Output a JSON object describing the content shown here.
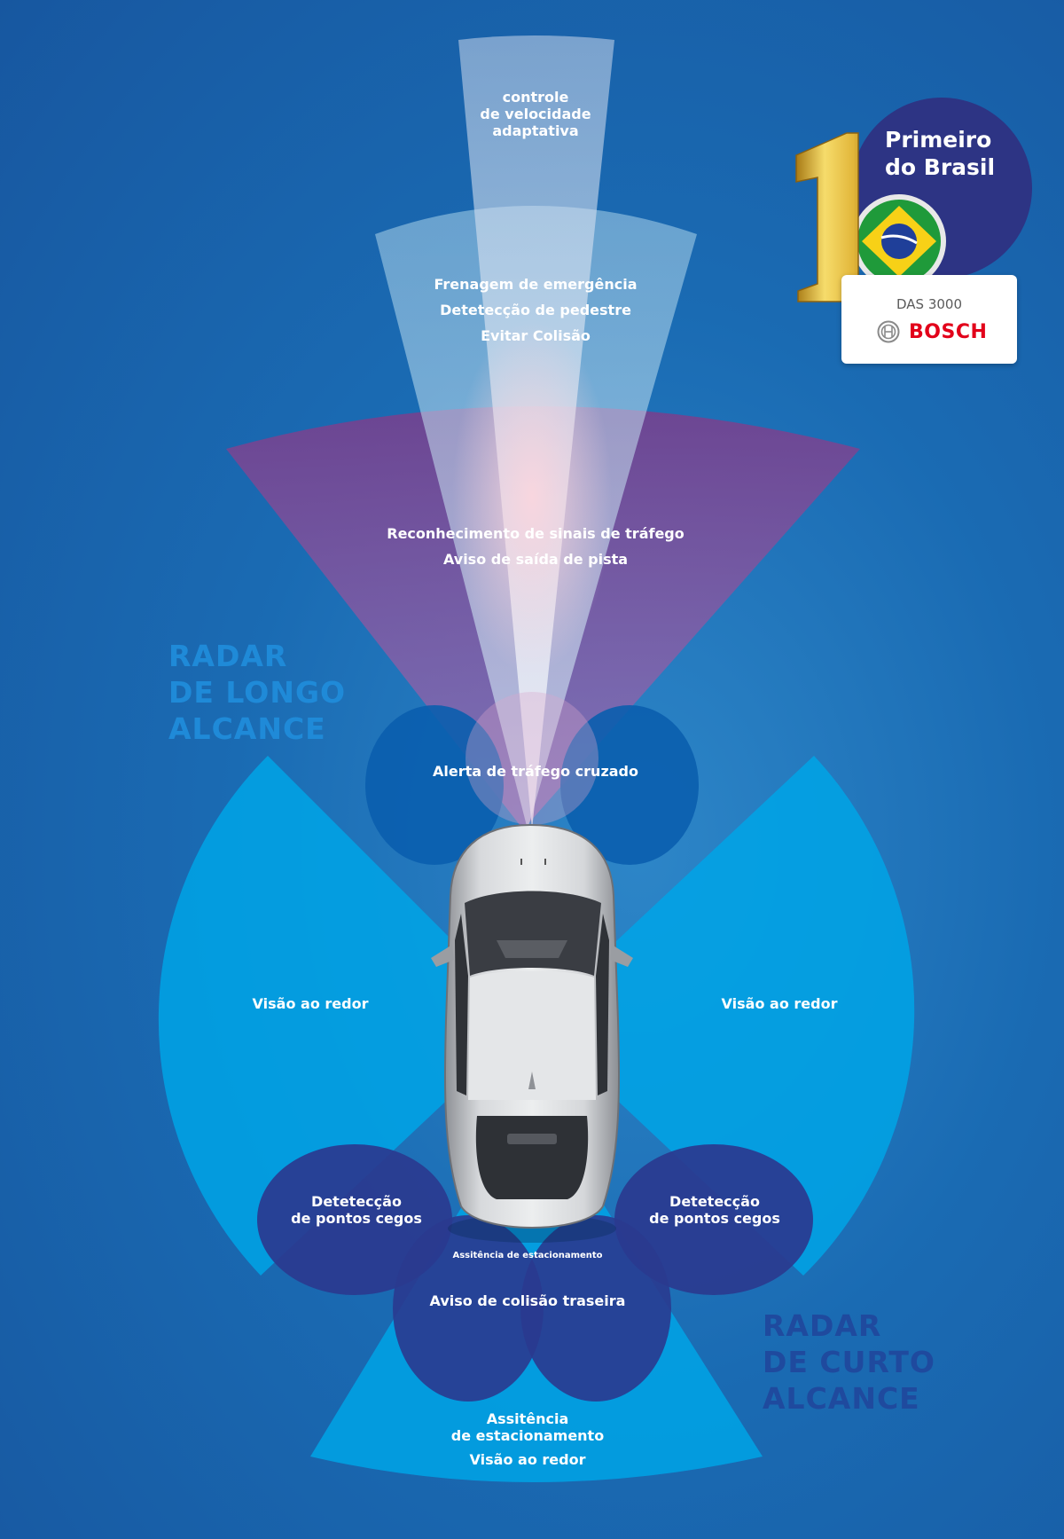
{
  "sensors": {
    "acc": [
      "controle",
      "de velocidade",
      "adaptativa"
    ],
    "front_radar": [
      "Frenagem de emergência",
      "Detetecção de pedestre",
      "Evitar Colisão"
    ],
    "camera": [
      "Reconhecimento de sinais de tráfego",
      "Aviso de saída de pista"
    ],
    "cross_traffic": "Alerta de tráfego cruzado",
    "surround_left": "Visão ao redor",
    "surround_right": "Visão ao redor",
    "blind_spot_left": [
      "Detetecção",
      "de pontos cegos"
    ],
    "blind_spot_right": [
      "Detetecção",
      "de pontos cegos"
    ],
    "parking_small": "Assitência de estacionamento",
    "rear_collision": "Aviso de colisão traseira",
    "rear": [
      "Assitência",
      "de estacionamento"
    ],
    "rear_surround": "Visão ao redor"
  },
  "radar_long": [
    "RADAR",
    "DE LONGO",
    "ALCANCE"
  ],
  "radar_short": [
    "RADAR",
    "DE CURTO",
    "ALCANCE"
  ],
  "badge": {
    "title": [
      "Primeiro",
      "do Brasil"
    ],
    "number": "1",
    "card_text": "DAS 3000",
    "brand": "BOSCH"
  },
  "colors": {
    "background": "#1a6bb3",
    "light_blue_zone": "#00a5e6",
    "dark_blue_zone": "#2a3a8f",
    "camera_zone": "#8a4f9a",
    "radar_long_text": "#1f8ad8",
    "radar_short_text": "#1f4a9e",
    "brand_red": "#e2001a",
    "badge_circle": "#2d3484"
  }
}
